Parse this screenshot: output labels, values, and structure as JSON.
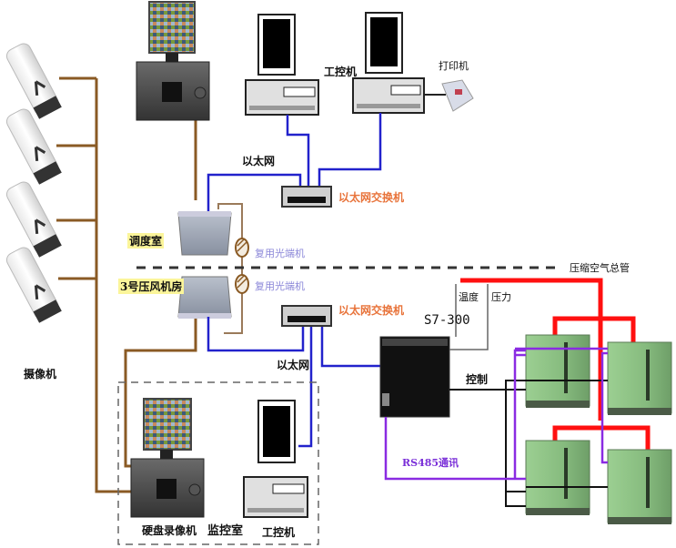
{
  "diagram": {
    "title": "Compressor room monitoring & control network",
    "colors": {
      "video_cable": "#8a5a24",
      "ethernet": "#2222cc",
      "fiber": "#9a7a5a",
      "air_pipe": "#ff1010",
      "rs485": "#8a2be2",
      "control": "#111111",
      "zone_divider": "#333333",
      "compressor": "#8cc084",
      "label_highlight": "#fbf59a",
      "switch_label": "#e8733a",
      "fiber_label": "#8a86d8"
    },
    "zones": {
      "upper": "调度室",
      "lower": "3号压风机房",
      "monitor_room": "监控室"
    },
    "labels": {
      "cameras": "摄像机",
      "ipc_top": "工控机",
      "printer": "打印机",
      "ethernet_top": "以太网",
      "switch_top": "以太网交换机",
      "fiber_top": "复用光端机",
      "fiber_bottom": "复用光端机",
      "switch_bottom": "以太网交换机",
      "ethernet_bottom": "以太网",
      "plc": "S7-300",
      "temperature": "温度",
      "pressure": "压力",
      "air_main": "压缩空气总管",
      "control": "控制",
      "rs485": "RS485通讯",
      "dvr": "硬盘录像机",
      "ipc_bottom": "工控机"
    },
    "nodes": {
      "cameras": [
        "camera-1",
        "camera-2",
        "camera-3",
        "camera-4"
      ],
      "compressors": [
        "compressor-1",
        "compressor-2",
        "compressor-3",
        "compressor-4"
      ]
    }
  }
}
